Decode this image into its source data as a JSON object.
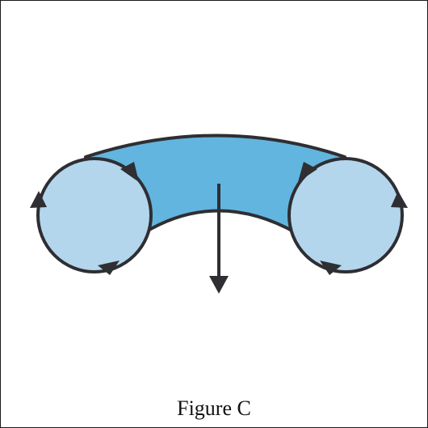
{
  "figure": {
    "caption": "Figure C"
  },
  "colors": {
    "band_fill": "#62b5de",
    "circle_fill": "#b3d6ec",
    "stroke": "#2e2e33",
    "arrow": "#2e2e33"
  },
  "icons": {
    "force_arrow": "down-arrow",
    "circulation_arrows": "arrowhead-triangle"
  }
}
